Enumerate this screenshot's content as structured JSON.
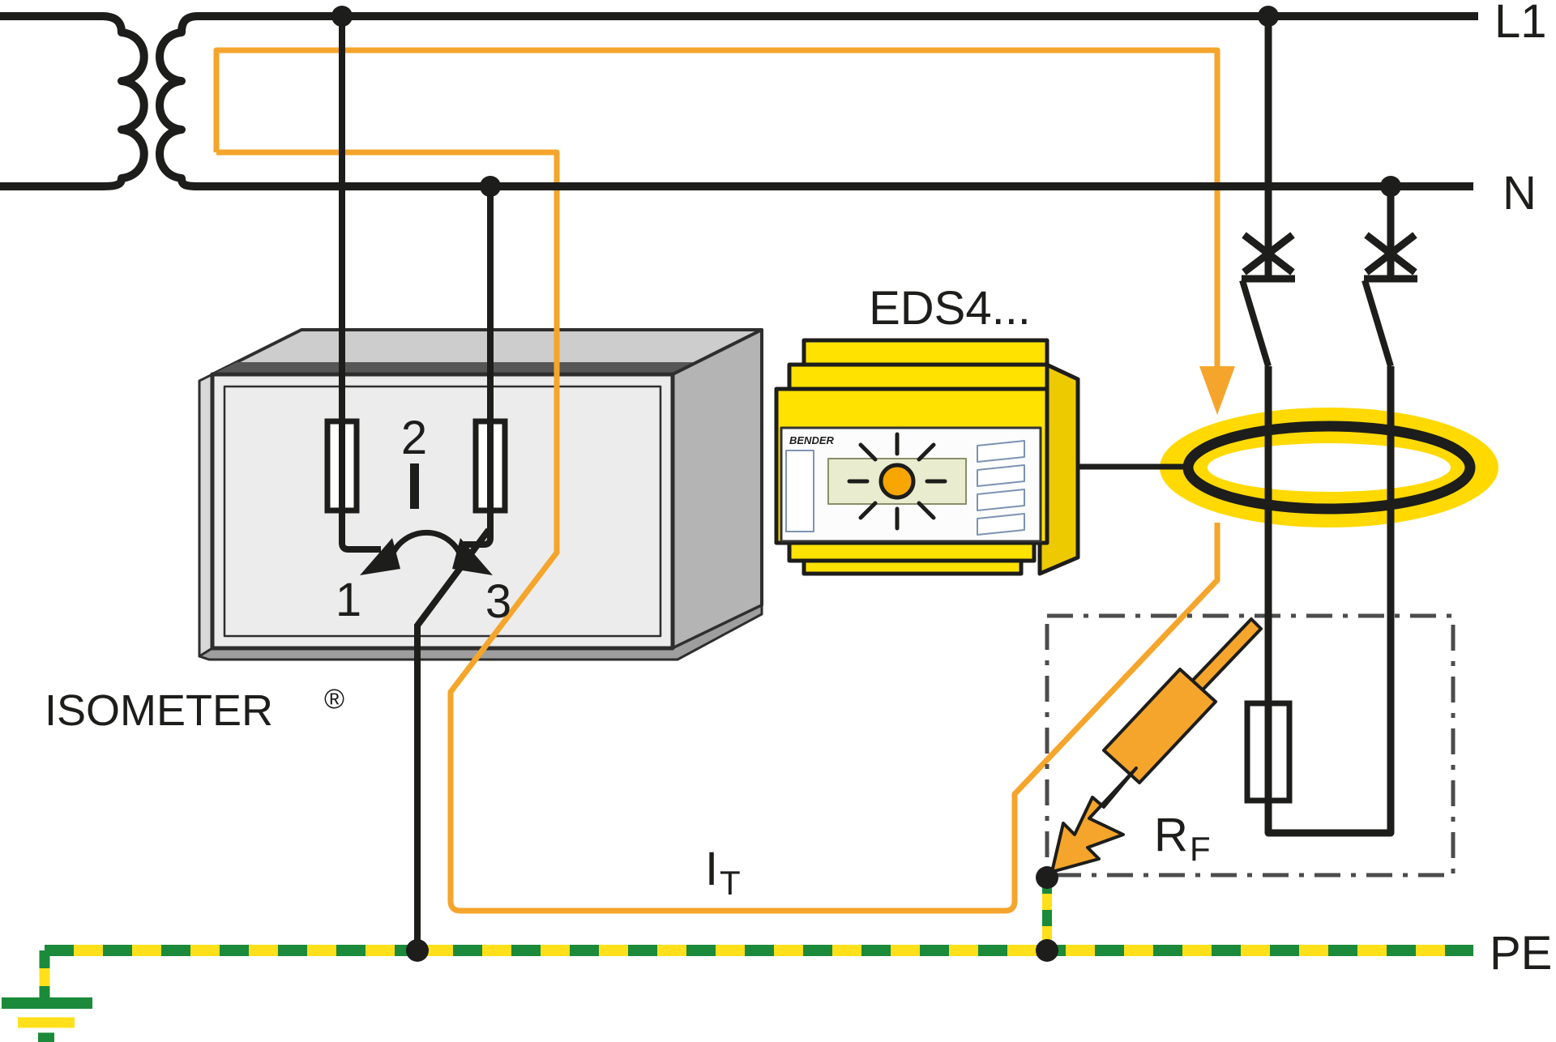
{
  "diagram": {
    "title": "Insulation fault location diagram",
    "labels": {
      "l1": "L1",
      "n": "N",
      "pe": "PE",
      "isometer": "ISOMETER",
      "reg_mark": "®",
      "eds4": "EDS4...",
      "terminal_1": "1",
      "terminal_2": "2",
      "terminal_3": "3",
      "test_current_main": "I",
      "test_current_sub": "T",
      "fault_resistance_main": "R",
      "fault_resistance_sub": "F",
      "eds_logo": "BENDER"
    },
    "colors": {
      "accent_orange": "#F5A52B",
      "ring_yellow": "#FFD900",
      "device_yellow": "#FFE200",
      "device_yellow_dark": "#EDC900",
      "pe_yellow": "#FFE01A",
      "pe_green": "#1B8A3A",
      "wire_black": "#1d1d1b",
      "led_orange": "#F7A600",
      "logo_blue": "#1266AD",
      "boundary_gray": "#4C4C4C",
      "led_panel": "#E9ECCE"
    },
    "icons": [
      "transformer-coil-icon",
      "fuse-icon",
      "changeover-switch-icon",
      "led-sun-icon",
      "ct-ring-icon",
      "breaker-contact-icon",
      "lightning-fault-arrow-icon",
      "ground-icon",
      "test-current-arrow-icon"
    ]
  }
}
